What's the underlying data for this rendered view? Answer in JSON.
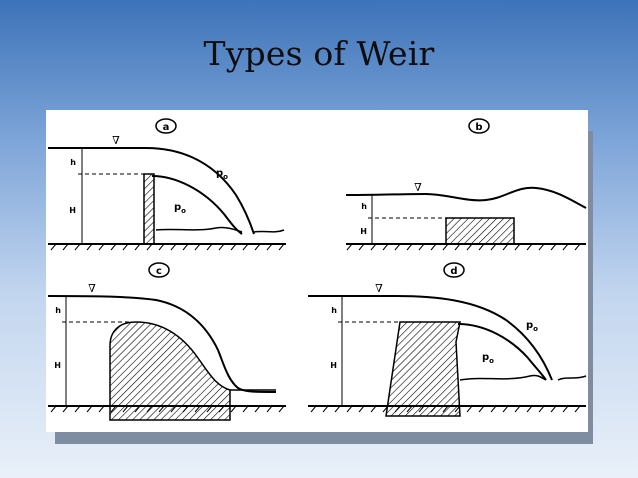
{
  "slide": {
    "title": "Types of Weir"
  },
  "figure": {
    "panels": [
      {
        "id": "a",
        "label": "a",
        "pressure_labels": [
          "p",
          "p"
        ],
        "pressure_sub": "o",
        "head_label": "h",
        "height_label": "H"
      },
      {
        "id": "b",
        "label": "b",
        "head_label": "h",
        "height_label": "H"
      },
      {
        "id": "c",
        "label": "c",
        "head_label": "h",
        "height_label": "H"
      },
      {
        "id": "d",
        "label": "d",
        "pressure_labels": [
          "p",
          "p"
        ],
        "pressure_sub": "o",
        "head_label": "h",
        "height_label": "H"
      }
    ],
    "water_surface_symbol": "∇"
  }
}
